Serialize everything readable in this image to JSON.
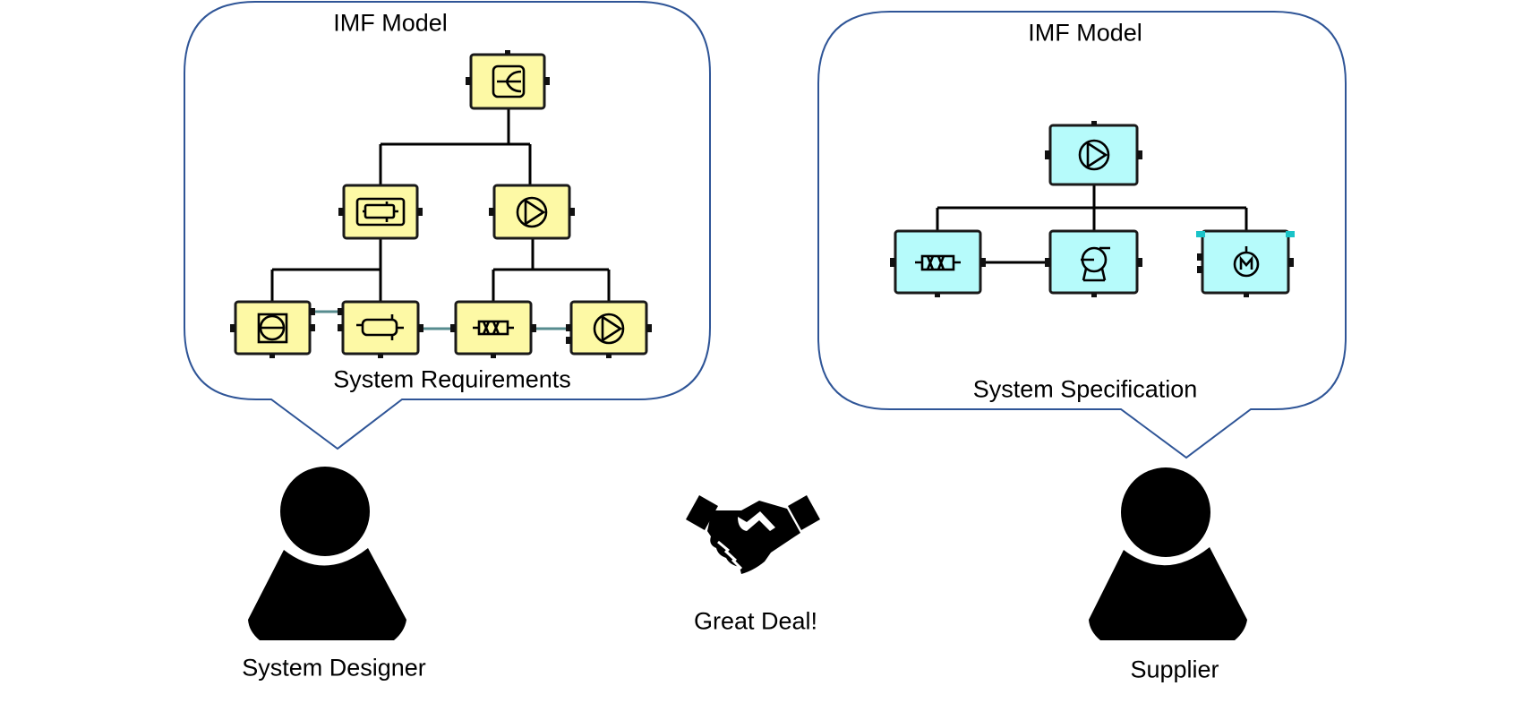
{
  "left_bubble": {
    "title": "IMF Model",
    "caption": "System Requirements",
    "node_color": "#fdf9a5",
    "nodes": [
      {
        "id": "root",
        "symbol": "splitter-icon",
        "level": 0
      },
      {
        "id": "heat-exchanger",
        "symbol": "heat-exchanger-icon",
        "level": 1
      },
      {
        "id": "pump",
        "symbol": "pump-icon",
        "level": 1
      },
      {
        "id": "indicator",
        "symbol": "instrument-icon",
        "level": 2
      },
      {
        "id": "heater",
        "symbol": "heater-icon",
        "level": 2
      },
      {
        "id": "filter",
        "symbol": "filter-icon",
        "level": 2
      },
      {
        "id": "pump-2",
        "symbol": "pump-icon",
        "level": 2
      }
    ]
  },
  "right_bubble": {
    "title": "IMF Model",
    "caption": "System Specification",
    "node_color": "#b6fbfb",
    "nodes": [
      {
        "id": "pump",
        "symbol": "pump-icon",
        "level": 0
      },
      {
        "id": "filter",
        "symbol": "filter-icon",
        "level": 1
      },
      {
        "id": "compressor",
        "symbol": "compressor-icon",
        "level": 1
      },
      {
        "id": "motor",
        "symbol": "motor-icon",
        "level": 1
      }
    ]
  },
  "actors": {
    "designer": "System Designer",
    "supplier": "Supplier"
  },
  "agreement": {
    "icon": "handshake-icon",
    "label": "Great Deal!"
  },
  "colors": {
    "bubble_stroke": "#2f5597",
    "requirement_node": "#fdf9a5",
    "specification_node": "#b6fbfb"
  }
}
